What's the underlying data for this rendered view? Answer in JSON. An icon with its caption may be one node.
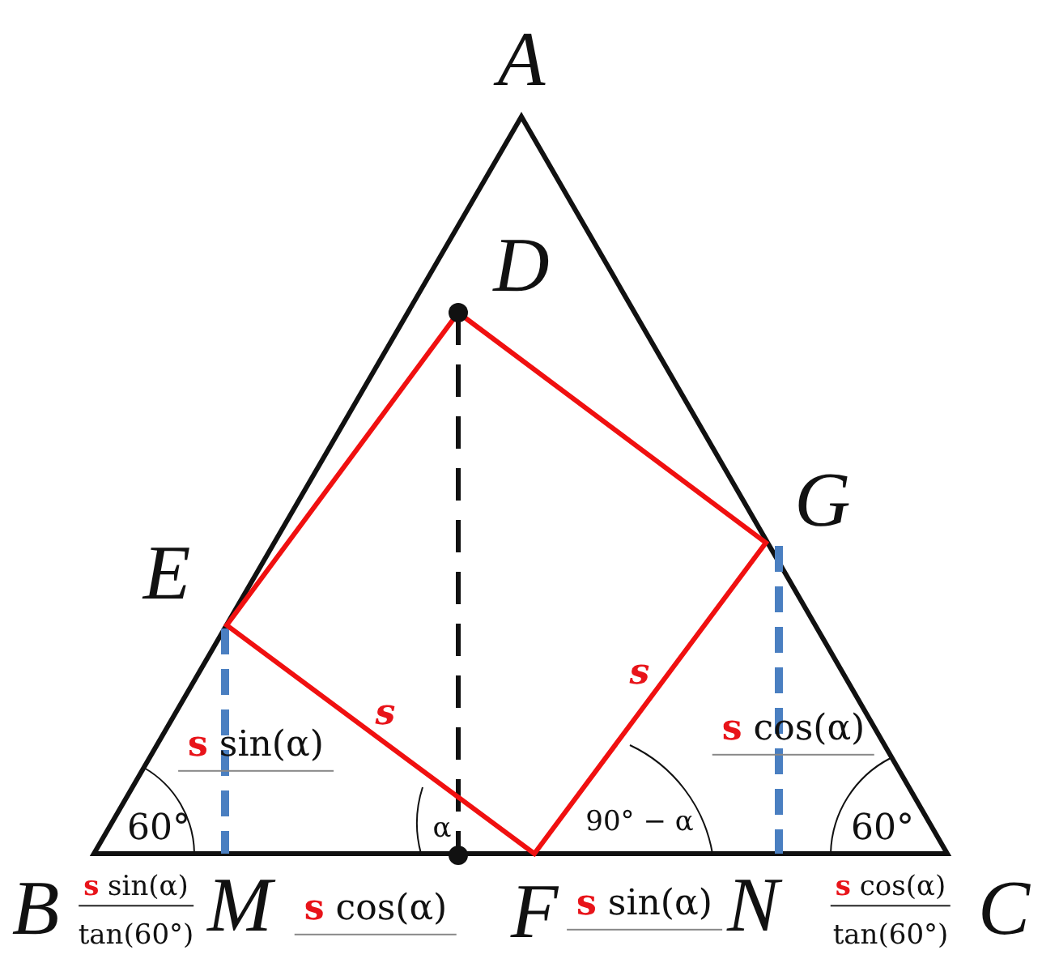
{
  "diagram": {
    "labels": [
      "A",
      "D",
      "G",
      "E",
      "s",
      "s",
      "**s** sin(α)",
      "**s** cos(α)",
      "60°",
      "α",
      "90° − α",
      "60°",
      "B",
      "**s** sin(α)",
      "tan(60°)",
      "M",
      "**s** cos(α)",
      "F",
      "**s** sin(α)",
      "N",
      "**s** cos(α)",
      "tan(60°)",
      "C"
    ]
  }
}
